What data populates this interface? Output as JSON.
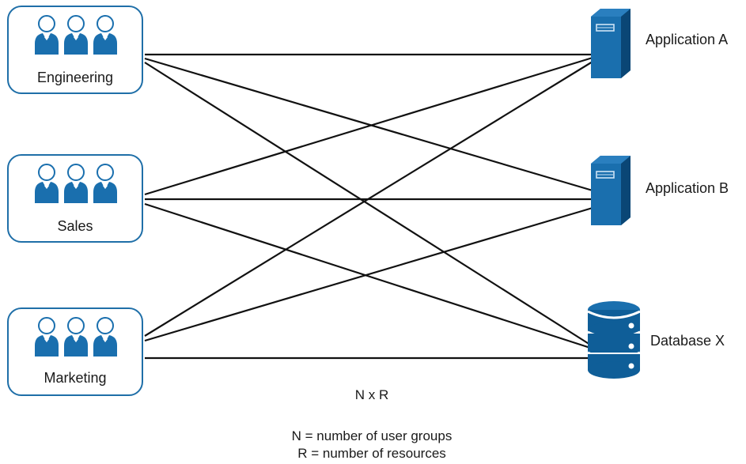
{
  "groups": [
    {
      "label": "Engineering"
    },
    {
      "label": "Sales"
    },
    {
      "label": "Marketing"
    }
  ],
  "resources": [
    {
      "label": "Application A",
      "icon": "server-icon"
    },
    {
      "label": "Application B",
      "icon": "server-icon"
    },
    {
      "label": "Database X",
      "icon": "database-icon"
    }
  ],
  "formula": "N x R",
  "legend": {
    "n": "N = number of user groups",
    "r": "R = number of resources"
  },
  "colors": {
    "accent": "#1f6fa8",
    "line": "#111111"
  }
}
